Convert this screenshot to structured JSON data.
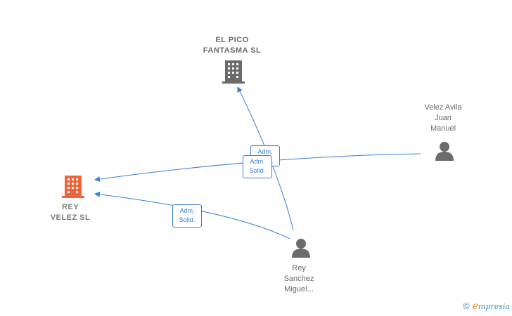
{
  "nodes": {
    "el_pico": {
      "line1": "EL PICO",
      "line2": "FANTASMA  SL"
    },
    "rey_velez": {
      "line1": "REY",
      "line2": "VELEZ  SL"
    },
    "velez_avila": {
      "line1": "Velez Avila",
      "line2": "Juan",
      "line3": "Manuel"
    },
    "rey_sanchez": {
      "line1": "Rey",
      "line2": "Sanchez",
      "line3": "Miguel..."
    }
  },
  "edges": {
    "badge_1": {
      "line1": "Adm.",
      "line2": "Solid."
    },
    "badge_2": {
      "line1": "Adm.",
      "line2": "Solid."
    },
    "badge_3": {
      "line1": "Adm.",
      "line2": "Solid."
    }
  },
  "colors": {
    "edge": "#3a7fd5",
    "company": "#6b6b6b",
    "focus_company": "#f0643c",
    "person": "#6b6b6b"
  },
  "icons": {
    "company": "building-icon",
    "person": "person-icon"
  },
  "watermark": {
    "copyright": "©",
    "brand_initial": "e",
    "brand_rest": "mpresia"
  }
}
